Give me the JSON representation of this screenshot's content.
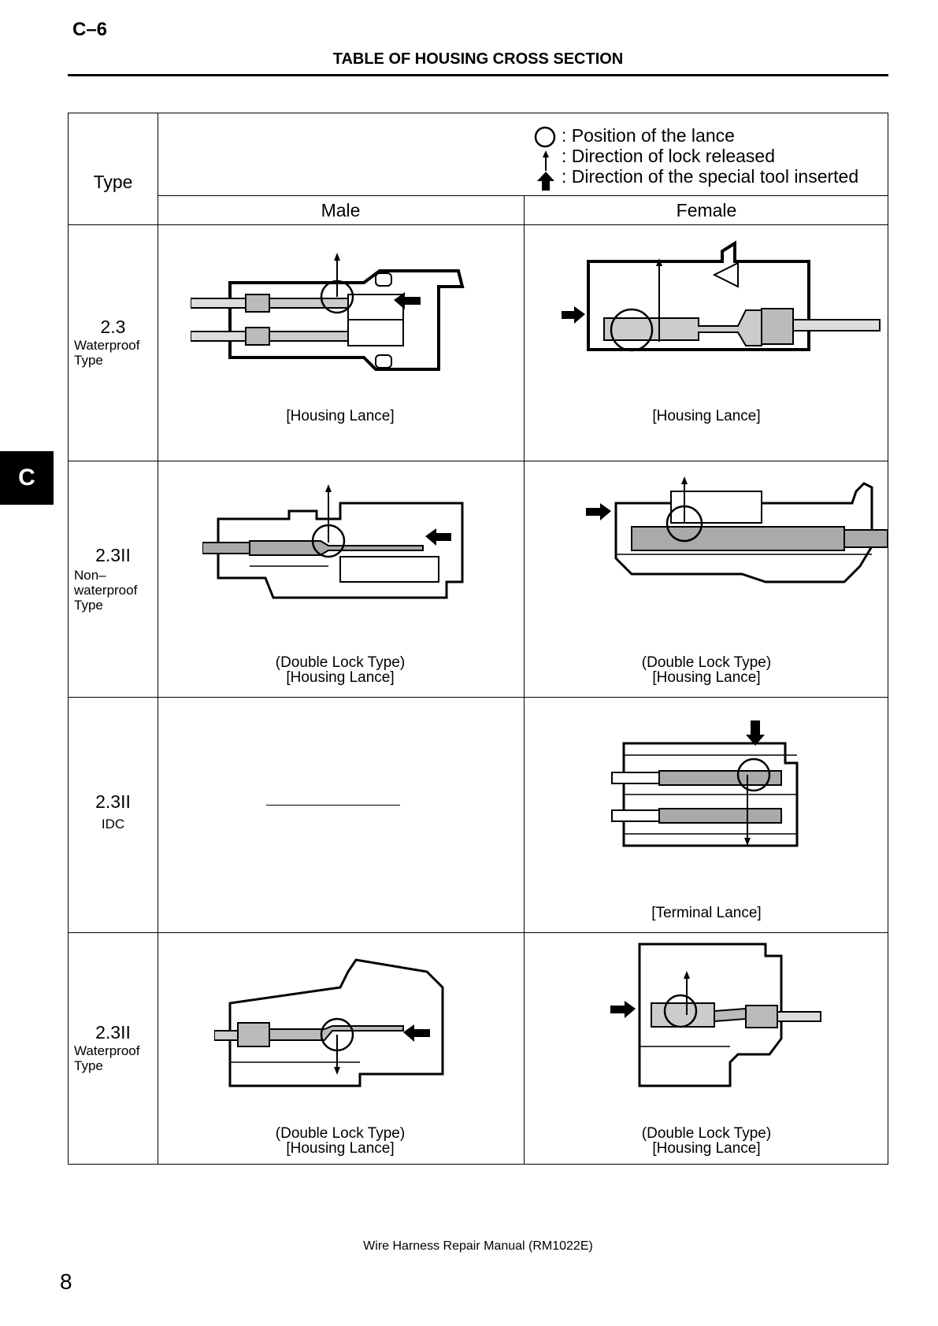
{
  "header": {
    "section_code": "C–6",
    "title": "TABLE OF HOUSING CROSS SECTION"
  },
  "side_tab": {
    "label": "C"
  },
  "table": {
    "type_header": "Type",
    "legend": [
      {
        "icon": "lance-position-circle-icon",
        "text": ": Position of the lance"
      },
      {
        "icon": "thin-up-arrow-icon",
        "text": ": Direction of lock released"
      },
      {
        "icon": "bold-up-arrow-icon",
        "text": ": Direction of the special tool inserted"
      }
    ],
    "male_header": "Male",
    "female_header": "Female",
    "rows": [
      {
        "size": "2.3",
        "desc": [
          "Waterproof",
          "Type"
        ],
        "male_caption": [
          "[Housing Lance]"
        ],
        "female_caption": [
          "[Housing Lance]"
        ]
      },
      {
        "size": "2.3II",
        "desc": [
          "Non–",
          "waterproof",
          "Type"
        ],
        "male_caption": [
          "(Double Lock Type)",
          "[Housing Lance]"
        ],
        "female_caption": [
          "(Double Lock Type)",
          "[Housing Lance]"
        ]
      },
      {
        "size": "2.3II",
        "desc": [
          "IDC"
        ],
        "male_caption": [],
        "female_caption": [
          "[Terminal Lance]"
        ]
      },
      {
        "size": "2.3II",
        "desc": [
          "Waterproof",
          "Type"
        ],
        "male_caption": [
          "(Double Lock Type)",
          "[Housing Lance]"
        ],
        "female_caption": [
          "(Double Lock Type)",
          "[Housing Lance]"
        ]
      }
    ]
  },
  "footer": {
    "manual_title": "Wire Harness Repair Manual (RM1022E)",
    "page_number": "8"
  }
}
